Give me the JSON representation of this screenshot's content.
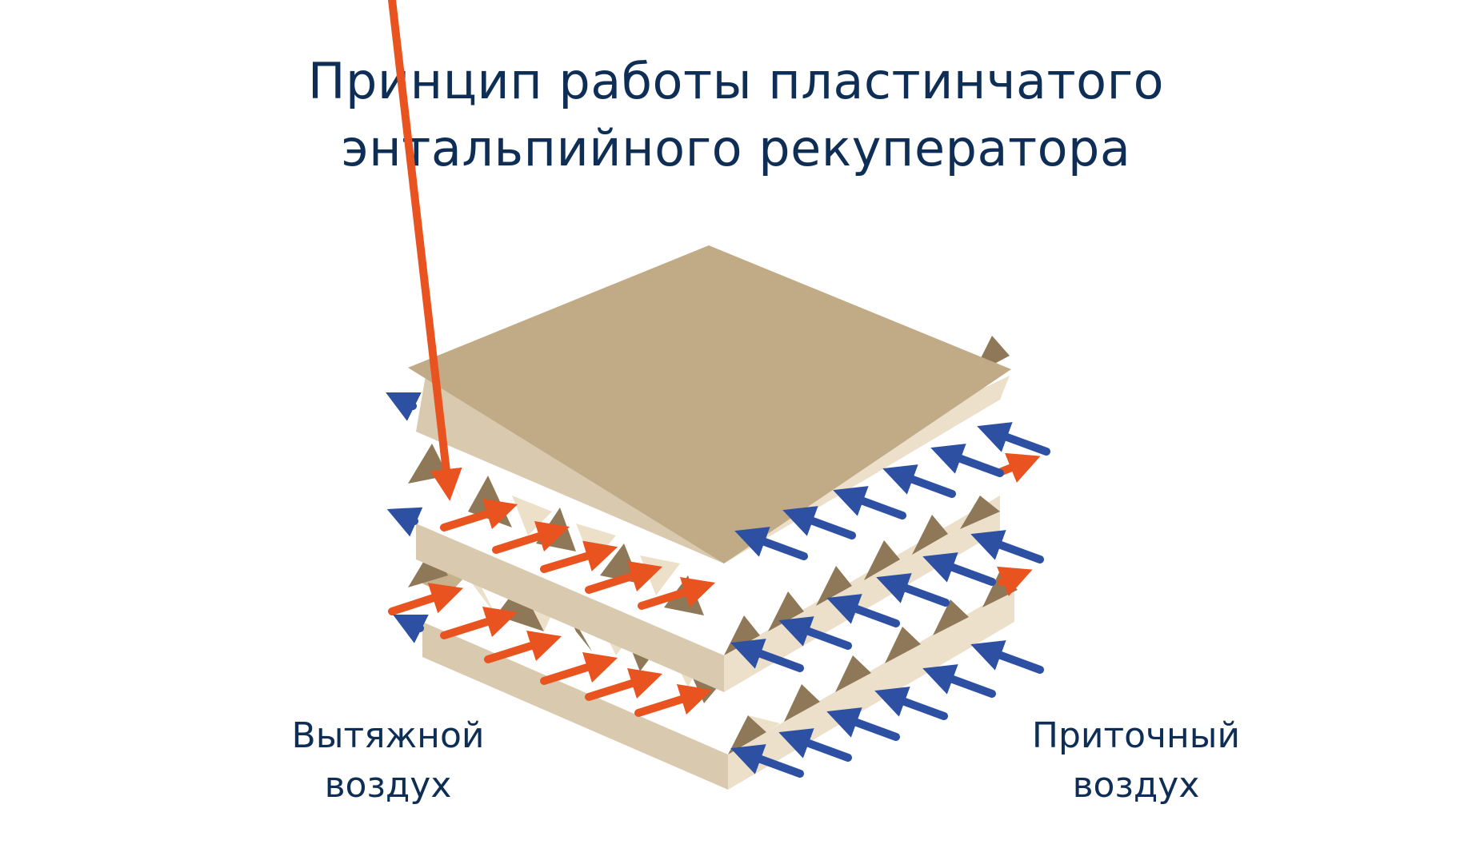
{
  "title": {
    "line1": "Принцип работы пластинчатого",
    "line2": "энтальпийного рекуператора"
  },
  "labels": {
    "exhaust": {
      "line1": "Вытяжной",
      "line2": "воздух"
    },
    "supply": {
      "line1": "Приточный",
      "line2": "воздух"
    }
  },
  "colors": {
    "text": "#0f2e55",
    "plate_top": "#c1ab87",
    "plate_side_left": "#d9c9ae",
    "plate_side_right": "#ece0cb",
    "flute_dark": "#8e7857",
    "flute_mid": "#c7b18d",
    "flute_light": "#ece0c9",
    "arrow_exhaust": "#e8531f",
    "arrow_supply": "#2e50a3"
  },
  "diagram": {
    "type": "cross-flow plate heat exchanger",
    "layers": 3,
    "flows": [
      {
        "name": "exhaust air",
        "color": "orange",
        "direction": "left-to-right"
      },
      {
        "name": "supply air",
        "color": "blue",
        "direction": "right-to-left"
      }
    ]
  }
}
